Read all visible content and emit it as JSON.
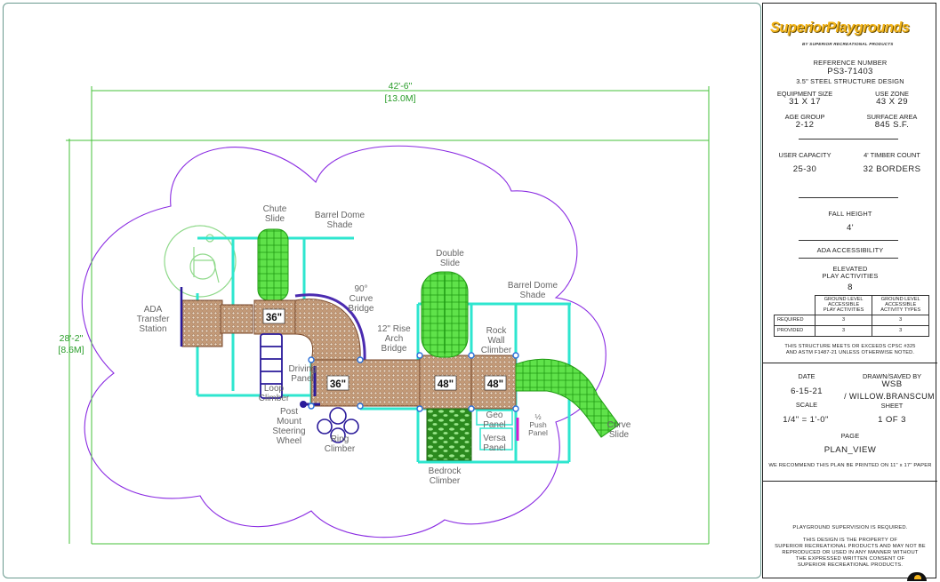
{
  "plan": {
    "dimensions": {
      "width_label": "42'-6\"",
      "width_metric": "[13.0M]",
      "height_label": "28'-2\"",
      "height_metric": "[8.6M]"
    },
    "deck_heights": [
      "36\"",
      "36\"",
      "48\"",
      "48\""
    ],
    "labels": {
      "chute_slide": [
        "Chute",
        "Slide"
      ],
      "barrel_dome_shade_left": [
        "Barrel Dome",
        "Shade"
      ],
      "double_slide": [
        "Double",
        "Slide"
      ],
      "barrel_dome_shade_right": [
        "Barrel Dome",
        "Shade"
      ],
      "curve_bridge": [
        "90°",
        "Curve",
        "Bridge"
      ],
      "rise_arch_bridge": [
        "12\" Rise",
        "Arch",
        "Bridge"
      ],
      "ada_transfer_station": [
        "ADA",
        "Transfer",
        "Station"
      ],
      "driving_panel": [
        "Driving",
        "Panel"
      ],
      "loop_climber": [
        "Loop",
        "Climber"
      ],
      "post_mount_steering_wheel": [
        "Post",
        "Mount",
        "Steering",
        "Wheel"
      ],
      "ring_climber": [
        "Ring",
        "Climber"
      ],
      "rock_wall_climber": [
        "Rock",
        "Wall",
        "Climber"
      ],
      "geo_panel": [
        "Geo",
        "Panel"
      ],
      "versa_panel": [
        "Versa",
        "Panel"
      ],
      "push_panel": [
        "½",
        "Push",
        "Panel"
      ],
      "curve_slide": [
        "Curve",
        "Slide"
      ],
      "bedrock_climber": [
        "Bedrock",
        "Climber"
      ]
    },
    "colors": {
      "structure": "#2ee6cf",
      "slides": "#33d61c",
      "decks": "#b9805b",
      "use_zone": "#8a2be2",
      "dimension_lines": "#44c238",
      "accessory": "#2a1a9a",
      "push_panel": "#d61cd0"
    }
  },
  "title_block": {
    "logo_text": "SuperiorPlaygrounds",
    "logo_subtext": "BY SUPERIOR RECREATIONAL PRODUCTS",
    "reference_label": "REFERENCE NUMBER",
    "reference_number": "PS3-71403",
    "structure_design": "3.5\"  STEEL STRUCTURE DESIGN",
    "equipment_size_label": "EQUIPMENT SIZE",
    "equipment_size": "31 X 17",
    "use_zone_label": "USE ZONE",
    "use_zone": "43 X 29",
    "age_group_label": "AGE GROUP",
    "age_group": "2-12",
    "surface_area_label": "SURFACE AREA",
    "surface_area": "845 S.F.",
    "user_capacity_label": "USER CAPACITY",
    "user_capacity": "25-30",
    "timber_count_label": "4' TIMBER COUNT",
    "timber_count": "32 BORDERS",
    "fall_height_label": "FALL HEIGHT",
    "fall_height": "4'",
    "ada_label": "ADA ACCESSIBILITY",
    "elevated_label_1": "ELEVATED",
    "elevated_label_2": "PLAY ACTIVITIES",
    "elevated_value": "8",
    "table": {
      "col1": [
        "GROUND LEVEL",
        "ACCESSIBLE",
        "PLAY ACTIVITIES"
      ],
      "col2": [
        "GROUND LEVEL",
        "ACCESSIBLE",
        "ACTIVITY TYPES"
      ],
      "rows": [
        {
          "label": "REQUIRED",
          "a": "3",
          "b": "3"
        },
        {
          "label": "PROVIDED",
          "a": "3",
          "b": "3"
        }
      ]
    },
    "standards_1": "THIS STRUCTURE MEETS OR EXCEEDS CPSC #325",
    "standards_2": "AND ASTM F1487-21 UNLESS OTHERWISE NOTED.",
    "date_label": "DATE",
    "date": "6-15-21",
    "drawn_label_1": "DRAWN/SAVED BY",
    "drawn_label_2": "WSB",
    "drawn_by": "/ WILLOW.BRANSCUM",
    "scale_label": "SCALE",
    "scale": "1/4\" = 1'-0\"",
    "sheet_label": "SHEET",
    "sheet": "1  OF   3",
    "page_label": "PAGE",
    "page": "PLAN_VIEW",
    "print_note": "WE RECOMMEND THIS PLAN BE PRINTED ON 11\" x 17\" PAPER",
    "supervision": "PLAYGROUND SUPERVISION IS REQUIRED.",
    "property_1": "THIS DESIGN IS THE PROPERTY OF",
    "property_2": "SUPERIOR RECREATIONAL PRODUCTS AND MAY NOT BE",
    "property_3": "REPRODUCED OR USED IN ANY MANNER WITHOUT",
    "property_4": "THE EXPRESSED WRITTEN CONSENT OF",
    "property_5": "SUPERIOR RECREATIONAL PRODUCTS."
  }
}
